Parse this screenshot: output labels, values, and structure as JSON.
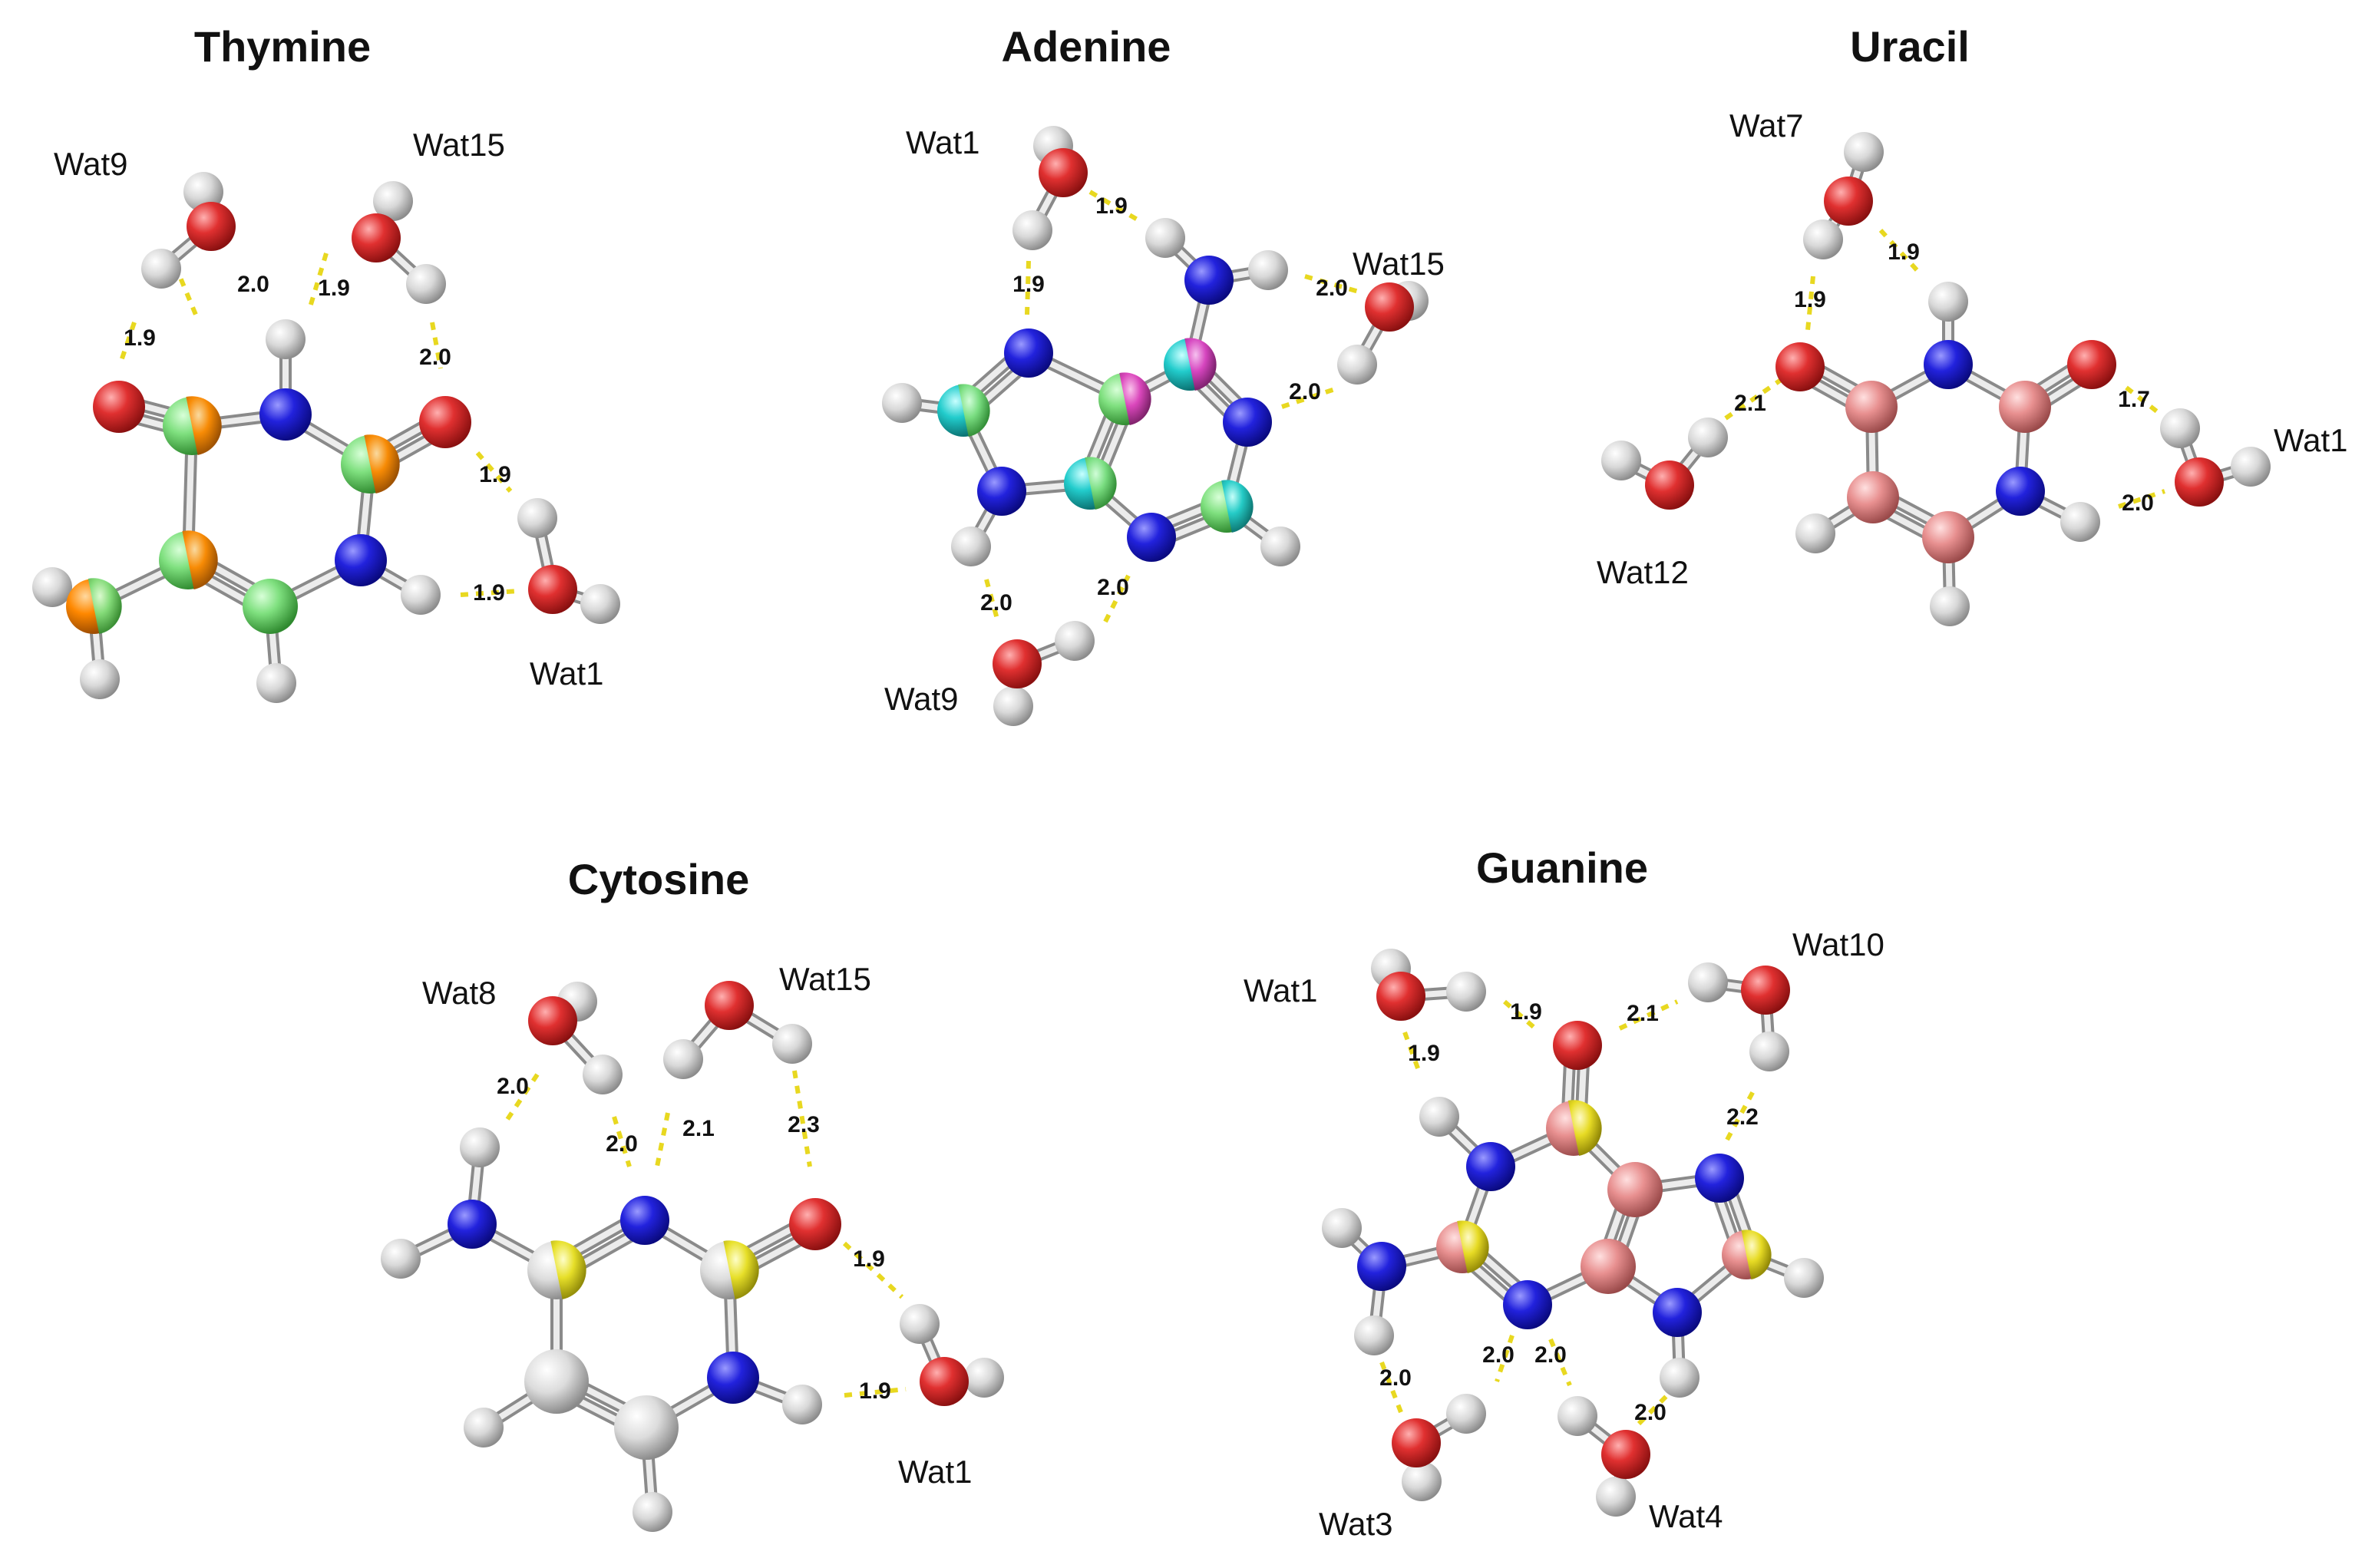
{
  "figure": {
    "panels": [
      {
        "id": "thymine",
        "title": "Thymine",
        "waters": [
          "Wat9",
          "Wat15",
          "Wat1"
        ],
        "distances": [
          "2.0",
          "1.9",
          "1.9",
          "2.0",
          "1.9",
          "1.9"
        ]
      },
      {
        "id": "adenine",
        "title": "Adenine",
        "waters": [
          "Wat1",
          "Wat15",
          "Wat9"
        ],
        "distances": [
          "1.9",
          "1.9",
          "2.0",
          "2.0",
          "2.0",
          "2.0"
        ]
      },
      {
        "id": "uracil",
        "title": "Uracil",
        "waters": [
          "Wat7",
          "Wat1",
          "Wat12"
        ],
        "distances": [
          "1.9",
          "1.9",
          "2.1",
          "1.7",
          "2.0"
        ]
      },
      {
        "id": "cytosine",
        "title": "Cytosine",
        "waters": [
          "Wat8",
          "Wat15",
          "Wat1"
        ],
        "distances": [
          "2.0",
          "2.0",
          "2.1",
          "2.3",
          "1.9",
          "1.9"
        ]
      },
      {
        "id": "guanine",
        "title": "Guanine",
        "waters": [
          "Wat1",
          "Wat10",
          "Wat3",
          "Wat4"
        ],
        "distances": [
          "1.9",
          "1.9",
          "2.1",
          "2.2",
          "2.0",
          "2.0",
          "2.0",
          "2.0"
        ]
      }
    ],
    "atom_colors": {
      "oxygen": "#e03030",
      "nitrogen": "#2222dd",
      "hydrogen": "#d8d8d8",
      "carbon_thymine": "#7fe07f",
      "carbon_thymine_alt": "#ff8800",
      "carbon_adenine": "#22cccc",
      "carbon_adenine_alt": "#e040c0",
      "carbon_uracil": "#e89090",
      "carbon_cytosine": "#f0a8a8",
      "carbon_cytosine_alt": "#e8e020",
      "hbond": "#e8d820"
    }
  }
}
